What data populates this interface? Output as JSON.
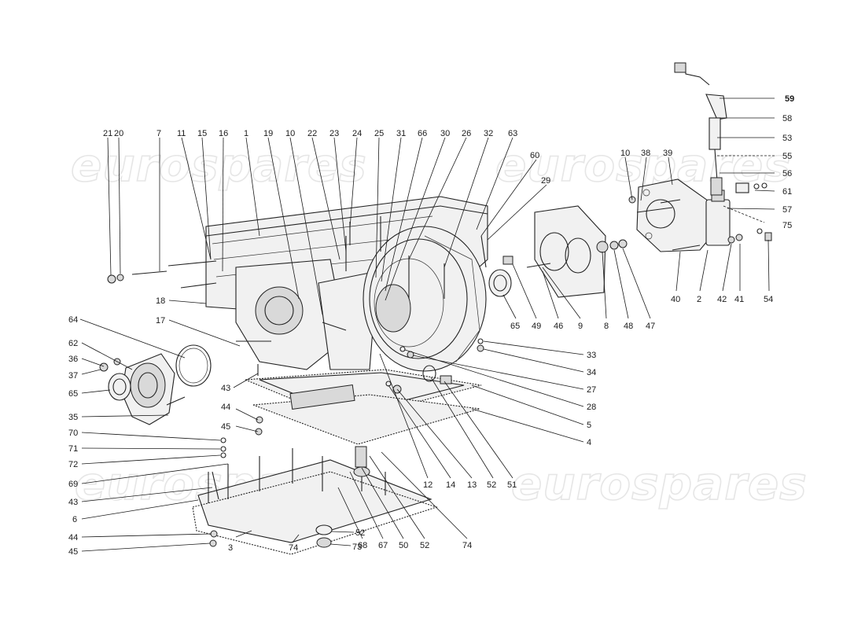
{
  "watermarks": [
    "eurospares",
    "eurospares",
    "eurospares",
    "eurospares"
  ],
  "colors": {
    "ink": "#1a1a1a",
    "paper": "#ffffff",
    "watermark": "#e6e6e6"
  },
  "labels": [
    "21",
    "20",
    "7",
    "11",
    "15",
    "16",
    "1",
    "19",
    "10",
    "22",
    "23",
    "24",
    "25",
    "31",
    "66",
    "30",
    "26",
    "32",
    "63",
    "60",
    "29",
    "10",
    "38",
    "39",
    "59",
    "58",
    "53",
    "55",
    "56",
    "61",
    "57",
    "75",
    "54",
    "41",
    "42",
    "2",
    "40",
    "65",
    "49",
    "46",
    "9",
    "8",
    "48",
    "47",
    "18",
    "17",
    "64",
    "62",
    "36",
    "37",
    "65",
    "35",
    "43",
    "44",
    "45",
    "70",
    "71",
    "72",
    "69",
    "43",
    "6",
    "44",
    "45",
    "33",
    "34",
    "27",
    "28",
    "5",
    "4",
    "12",
    "14",
    "13",
    "52",
    "51",
    "3",
    "74",
    "68",
    "67",
    "50",
    "52",
    "74",
    "52",
    "73"
  ]
}
